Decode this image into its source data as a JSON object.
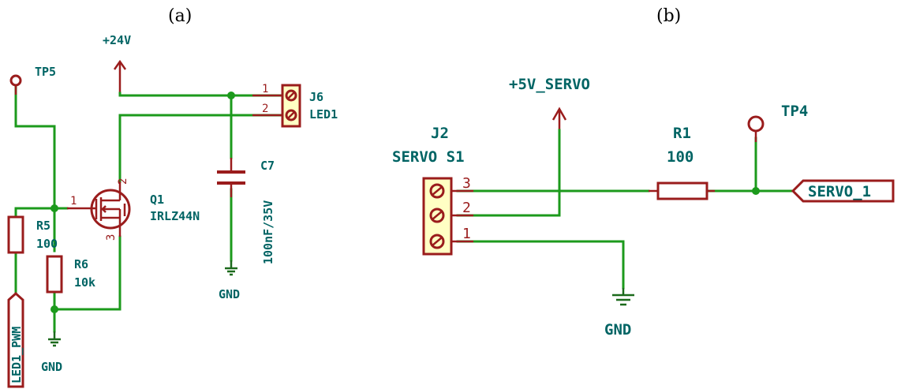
{
  "panels": {
    "a": "(a)",
    "b": "(b)"
  },
  "left": {
    "power": "+24V",
    "tp": "TP5",
    "j6": {
      "ref": "J6",
      "value": "LED1",
      "pin1": "1",
      "pin2": "2"
    },
    "c7": {
      "ref": "C7",
      "value": "100nF/35V"
    },
    "q1": {
      "ref": "Q1",
      "value": "IRLZ44N",
      "pin1": "1",
      "pin2": "2",
      "pin3": "3"
    },
    "r5": {
      "ref": "R5",
      "value": "100"
    },
    "r6": {
      "ref": "R6",
      "value": "10k"
    },
    "gnd1": "GND",
    "gnd2": "GND",
    "label": "LED1_PWM"
  },
  "right": {
    "power": "+5V_SERVO",
    "j2": {
      "ref": "J2",
      "value": "SERVO S1",
      "pin1": "1",
      "pin2": "2",
      "pin3": "3"
    },
    "r1": {
      "ref": "R1",
      "value": "100"
    },
    "tp": "TP4",
    "label": "SERVO_1",
    "gnd": "GND"
  }
}
